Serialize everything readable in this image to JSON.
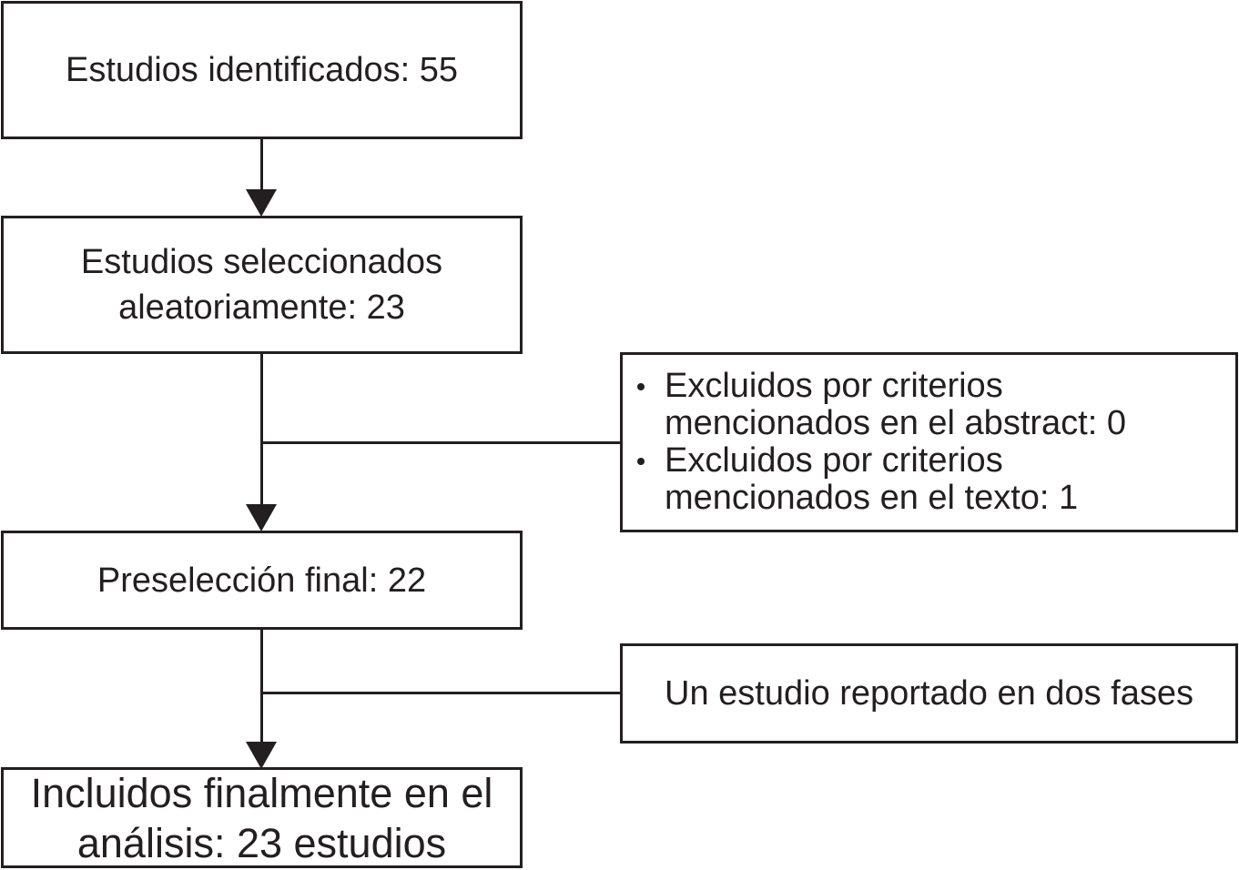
{
  "flowchart": {
    "identified": "Estudios identificados: 55",
    "selected_line1": "Estudios seleccionados",
    "selected_line2": "aleatoriamente: 23",
    "exclusions": [
      {
        "line1": "Excluidos por criterios",
        "line2": "mencionados en el abstract: 0"
      },
      {
        "line1": "Excluidos por criterios",
        "line2": "mencionados en el texto: 1"
      }
    ],
    "preselection": "Preselección final: 22",
    "note": "Un estudio reportado en dos fases",
    "included_line1": "Incluidos finalmente en el",
    "included_line2": "análisis: 23 estudios"
  }
}
